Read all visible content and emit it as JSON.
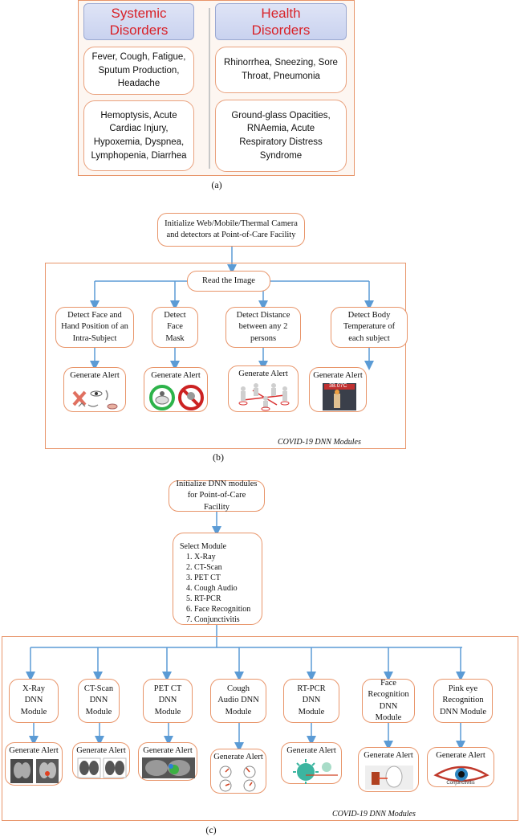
{
  "panel_a": {
    "left_heading": "Systemic Disorders",
    "right_heading": "Health Disorders",
    "left_items": [
      "Fever, Cough, Fatigue, Sputum Production, Headache",
      "Hemoptysis, Acute Cardiac Injury, Hypoxemia, Dyspnea, Lymphopenia, Diarrhea"
    ],
    "right_items": [
      "Rhinorrhea, Sneezing, Sore Throat, Pneumonia",
      "Ground-glass Opacities, RNAemia, Acute Respiratory Distress Syndrome"
    ],
    "caption": "(a)"
  },
  "panel_b": {
    "init": "Initialize Web/Mobile/Thermal Camera and detectors at Point-of-Care Facility",
    "read": "Read the Image",
    "detectors": [
      "Detect Face and Hand Position of an Intra-Subject",
      "Detect Face Mask",
      "Detect Distance between any 2 persons",
      "Detect Body Temperature of each subject"
    ],
    "alert_label": "Generate Alert",
    "thermal_readout": "38.07C",
    "frame_label": "COVID-19 DNN Modules",
    "caption": "(b)"
  },
  "panel_c": {
    "init": "Initialize DNN modules for Point-of-Care Facility",
    "select_title": "Select Module",
    "module_list": [
      "X-Ray",
      "CT-Scan",
      "PET CT",
      "Cough Audio",
      "RT-PCR",
      "Face Recognition",
      "Conjunctivitis"
    ],
    "modules": [
      "X-Ray DNN Module",
      "CT-Scan DNN Module",
      "PET CT DNN Module",
      "Cough Audio DNN Module",
      "RT-PCR DNN Module",
      "Face Recognition DNN Module",
      "Pink eye Recognition DNN Module"
    ],
    "alert_label": "Generate Alert",
    "eye_caption": "Conjunctivitis",
    "frame_label": "COVID-19 DNN Modules",
    "caption": "(c)"
  },
  "colors": {
    "box_border": "#e8956a",
    "arrow": "#5b9bd5",
    "heading_text": "#d8232a",
    "heading_fill": "#d3daf2"
  }
}
